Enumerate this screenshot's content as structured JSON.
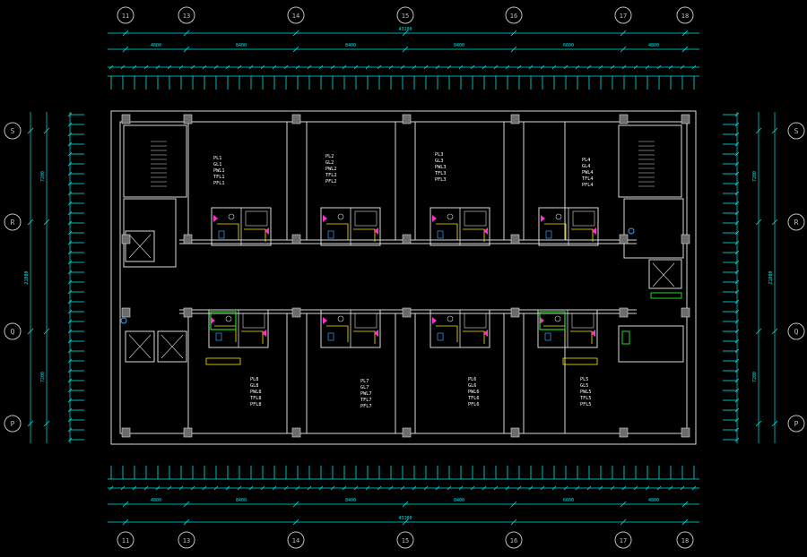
{
  "colors": {
    "background": "#000000",
    "wall": "#d9d9d9",
    "dimension": "#00e5e5",
    "grid_bubble": "#bfbfbf",
    "pipe_yellow": "#ffe600",
    "fixture_magenta": "#ff2fd0",
    "fixture_green": "#22d822",
    "fixture_blue": "#3aa0ff"
  },
  "grid_axes": {
    "columns": [
      "11",
      "13",
      "14",
      "15",
      "16",
      "17",
      "18"
    ],
    "rows": [
      "S",
      "R",
      "Q",
      "P"
    ]
  },
  "dimensions": {
    "overall_top": "43100",
    "overall_bottom": "43100",
    "top_bays": [
      "4800",
      "8400",
      "8400",
      "8400",
      "6600",
      "4800"
    ],
    "bottom_bays": [
      "4800",
      "8400",
      "8400",
      "8400",
      "6600",
      "4800"
    ],
    "left_overall": "21000",
    "right_overall": "21000",
    "left_bays": [
      "7200",
      "7200"
    ],
    "right_bays": [
      "7200",
      "7200"
    ]
  },
  "riser_labels": [
    [
      "PL1",
      "GL1",
      "PWL1",
      "TFL1",
      "PFL1"
    ],
    [
      "PL2",
      "GL2",
      "PWL2",
      "TFL2",
      "PFL2"
    ],
    [
      "PL3",
      "GL3",
      "PWL3",
      "TFL3",
      "PFL3"
    ],
    [
      "PL4",
      "GL4",
      "PWL4",
      "TFL4",
      "PFL4"
    ],
    [
      "PL8",
      "GL8",
      "PWL8",
      "TFL8",
      "PFL8"
    ],
    [
      "PL7",
      "GL7",
      "PWL7",
      "TFL7",
      "PFL7"
    ],
    [
      "PL6",
      "GL6",
      "PWL6",
      "TFL6",
      "PFL6"
    ],
    [
      "PL5",
      "GL5",
      "PWL5",
      "TFL5",
      "PFL5"
    ]
  ]
}
